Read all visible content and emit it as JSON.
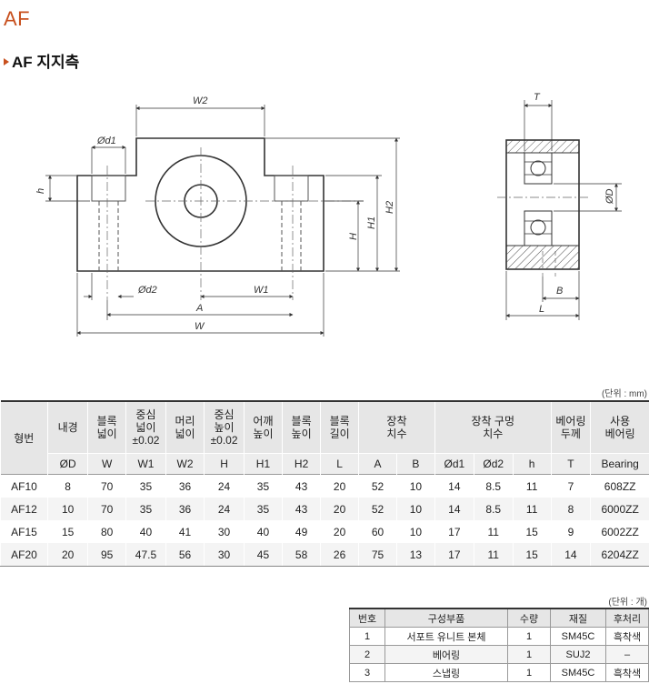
{
  "page": {
    "title": "AF",
    "section_title": "AF 지지측"
  },
  "drawing_labels": {
    "front": {
      "W2": "W2",
      "d1": "Ød1",
      "h": "h",
      "H": "H",
      "H1": "H1",
      "H2": "H2",
      "d2": "Ød2",
      "W1": "W1",
      "A": "A",
      "W": "W"
    },
    "side": {
      "T": "T",
      "D": "ØD",
      "B": "B",
      "L": "L"
    }
  },
  "spec_table": {
    "unit": "(단위 : mm)",
    "headers": [
      [
        "형번"
      ],
      [
        "내경"
      ],
      [
        "블록",
        "넓이"
      ],
      [
        "중심",
        "넓이",
        "±0.02"
      ],
      [
        "머리",
        "넓이"
      ],
      [
        "중심",
        "높이",
        "±0.02"
      ],
      [
        "어깨",
        "높이"
      ],
      [
        "블록",
        "높이"
      ],
      [
        "블록",
        "길이"
      ],
      [
        "장착",
        "치수"
      ],
      [
        "장착 구멍",
        "치수"
      ],
      [
        "베어링",
        "두께"
      ],
      [
        "사용",
        "베어링"
      ]
    ],
    "sub_headers": [
      "ØD",
      "W",
      "W1",
      "W2",
      "H",
      "H1",
      "H2",
      "L",
      "A",
      "B",
      "Ød1",
      "Ød2",
      "h",
      "T",
      "Bearing"
    ],
    "rows": [
      [
        "AF10",
        "8",
        "70",
        "35",
        "36",
        "24",
        "35",
        "43",
        "20",
        "52",
        "10",
        "14",
        "8.5",
        "11",
        "7",
        "608ZZ"
      ],
      [
        "AF12",
        "10",
        "70",
        "35",
        "36",
        "24",
        "35",
        "43",
        "20",
        "52",
        "10",
        "14",
        "8.5",
        "11",
        "8",
        "6000ZZ"
      ],
      [
        "AF15",
        "15",
        "80",
        "40",
        "41",
        "30",
        "40",
        "49",
        "20",
        "60",
        "10",
        "17",
        "11",
        "15",
        "9",
        "6002ZZ"
      ],
      [
        "AF20",
        "20",
        "95",
        "47.5",
        "56",
        "30",
        "45",
        "58",
        "26",
        "75",
        "13",
        "17",
        "11",
        "15",
        "14",
        "6204ZZ"
      ]
    ]
  },
  "parts_table": {
    "unit": "(단위 : 개)",
    "headers": [
      "번호",
      "구성부품",
      "수량",
      "재질",
      "후처리"
    ],
    "rows": [
      [
        "1",
        "서포트 유니트 본체",
        "1",
        "SM45C",
        "흑착색"
      ],
      [
        "2",
        "베어링",
        "1",
        "SUJ2",
        "–"
      ],
      [
        "3",
        "스냅링",
        "1",
        "SM45C",
        "흑착색"
      ]
    ]
  }
}
